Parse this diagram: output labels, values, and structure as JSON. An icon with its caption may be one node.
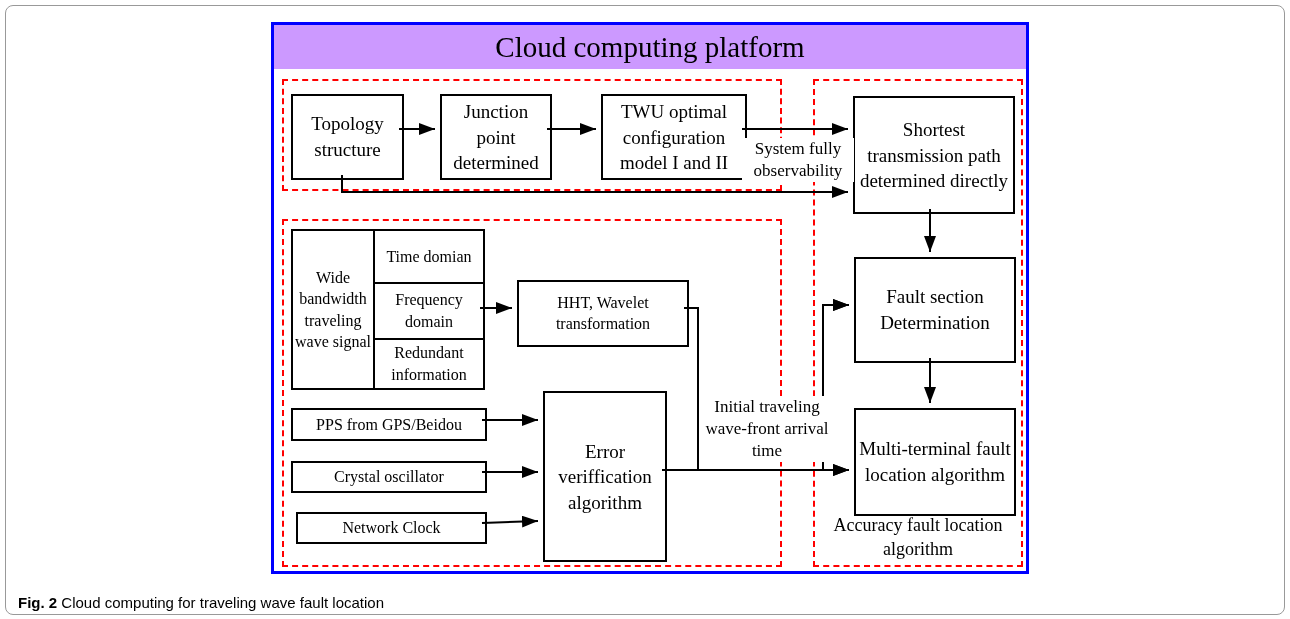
{
  "diagram": {
    "caption": "**Fig. 2** Cloud computing for traveling wave fault location",
    "nodes": [
      {
        "text": [
          "Cloud computing platform"
        ]
      },
      {
        "text": [],
        "shape": "box",
        "in": 0
      },
      {
        "text": [
          "Topology structure"
        ],
        "in": 1
      },
      {
        "text": [
          "Junction point determined"
        ],
        "in": 1
      },
      {
        "text": [
          "TWU optimal configuration model I and II"
        ],
        "in": 1
      },
      {
        "text": [
          "Accuracy fault location algorithm"
        ],
        "in": 0
      },
      {
        "text": [
          "Shortest transmission path determined directly"
        ],
        "in": 5
      },
      {
        "text": [
          "Fault section Determination"
        ],
        "in": 5
      },
      {
        "text": [
          "Multi-terminal fault location algorithm"
        ],
        "in": 5
      },
      {
        "text": [],
        "shape": "box",
        "in": 0
      },
      {
        "text": [
          "Wide bandwidth traveling wave signal"
        ],
        "in": 9
      },
      {
        "text": [
          "Time domian"
        ],
        "in": 9
      },
      {
        "text": [
          "Frequency domain"
        ],
        "in": 9
      },
      {
        "text": [
          "Redundant information"
        ],
        "in": 9
      },
      {
        "text": [
          "HHT, Wavelet transformation"
        ],
        "in": 9
      },
      {
        "text": [
          "PPS from GPS/Beidou"
        ],
        "in": 9
      },
      {
        "text": [
          "Crystal oscillator"
        ],
        "in": 9
      },
      {
        "text": [
          "Network Clock"
        ],
        "in": 9
      },
      {
        "text": [
          "Error veriffication algorithm"
        ],
        "in": 9
      }
    ],
    "edges": [
      {
        "from": 2,
        "to": 3,
        "arrow": "to"
      },
      {
        "from": 3,
        "to": 4,
        "arrow": "to"
      },
      {
        "from": 4,
        "to": 6,
        "arrow": "to",
        "label": "System fully observability"
      },
      {
        "from": 2,
        "to": 6,
        "arrow": "to"
      },
      {
        "from": 12,
        "to": 14,
        "arrow": "to"
      },
      {
        "from": 14,
        "to": 8,
        "arrow": "to"
      },
      {
        "from": 14,
        "to": 7,
        "arrow": "to"
      },
      {
        "from": 18,
        "to": 8,
        "arrow": "to"
      },
      {
        "from": 18,
        "to": 7,
        "arrow": "to"
      },
      {
        "from": 15,
        "to": 18,
        "arrow": "to"
      },
      {
        "from": 16,
        "to": 18,
        "arrow": "to"
      },
      {
        "from": 17,
        "to": 18,
        "arrow": "to"
      },
      {
        "from": 6,
        "to": 7,
        "arrow": "to"
      },
      {
        "from": 7,
        "to": 8,
        "arrow": "to"
      }
    ],
    "labels": [
      "Initial traveling wave-front arrival time"
    ]
  }
}
